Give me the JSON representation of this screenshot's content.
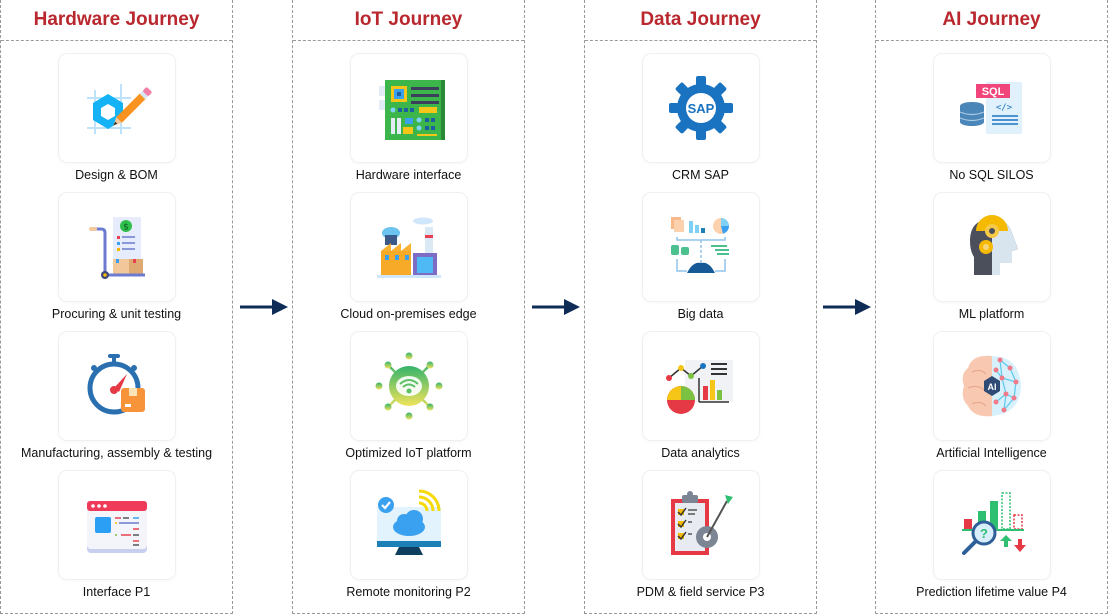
{
  "colors": {
    "title": "#b8282e",
    "arrow": "#0f2c57",
    "border": "#9a9a9a"
  },
  "columns": [
    {
      "title": "Hardware Journey",
      "items": [
        {
          "label": "Design & BOM",
          "icon": "hexagon-pencil-icon"
        },
        {
          "label": "Procuring & unit testing",
          "icon": "trolley-invoice-icon"
        },
        {
          "label": "Manufacturing, assembly & testing",
          "icon": "stopwatch-box-icon"
        },
        {
          "label": "Interface P1",
          "icon": "browser-window-icon"
        }
      ]
    },
    {
      "title": "IoT Journey",
      "items": [
        {
          "label": "Hardware interface",
          "icon": "circuit-board-icon"
        },
        {
          "label": "Cloud on-premises edge",
          "icon": "factory-cloud-icon"
        },
        {
          "label": "Optimized IoT platform",
          "icon": "iot-wifi-hub-icon"
        },
        {
          "label": "Remote monitoring P2",
          "icon": "monitor-cloud-icon"
        }
      ]
    },
    {
      "title": "Data Journey",
      "items": [
        {
          "label": "CRM SAP",
          "icon": "sap-gear-icon"
        },
        {
          "label": "Big data",
          "icon": "big-data-icon"
        },
        {
          "label": "Data analytics",
          "icon": "analytics-charts-icon"
        },
        {
          "label": "PDM & field service P3",
          "icon": "clipboard-gear-icon"
        }
      ]
    },
    {
      "title": "AI Journey",
      "items": [
        {
          "label": "No SQL SILOS",
          "icon": "sql-database-icon"
        },
        {
          "label": "ML platform",
          "icon": "head-gear-icon"
        },
        {
          "label": "Artificial Intelligence",
          "icon": "ai-brain-icon"
        },
        {
          "label": "Prediction lifetime value P4",
          "icon": "prediction-chart-icon"
        }
      ]
    }
  ],
  "icon_text": {
    "sap": "SAP",
    "sql": "SQL",
    "code": "</>",
    "ai": "AI",
    "question": "?",
    "dollar": "$"
  }
}
